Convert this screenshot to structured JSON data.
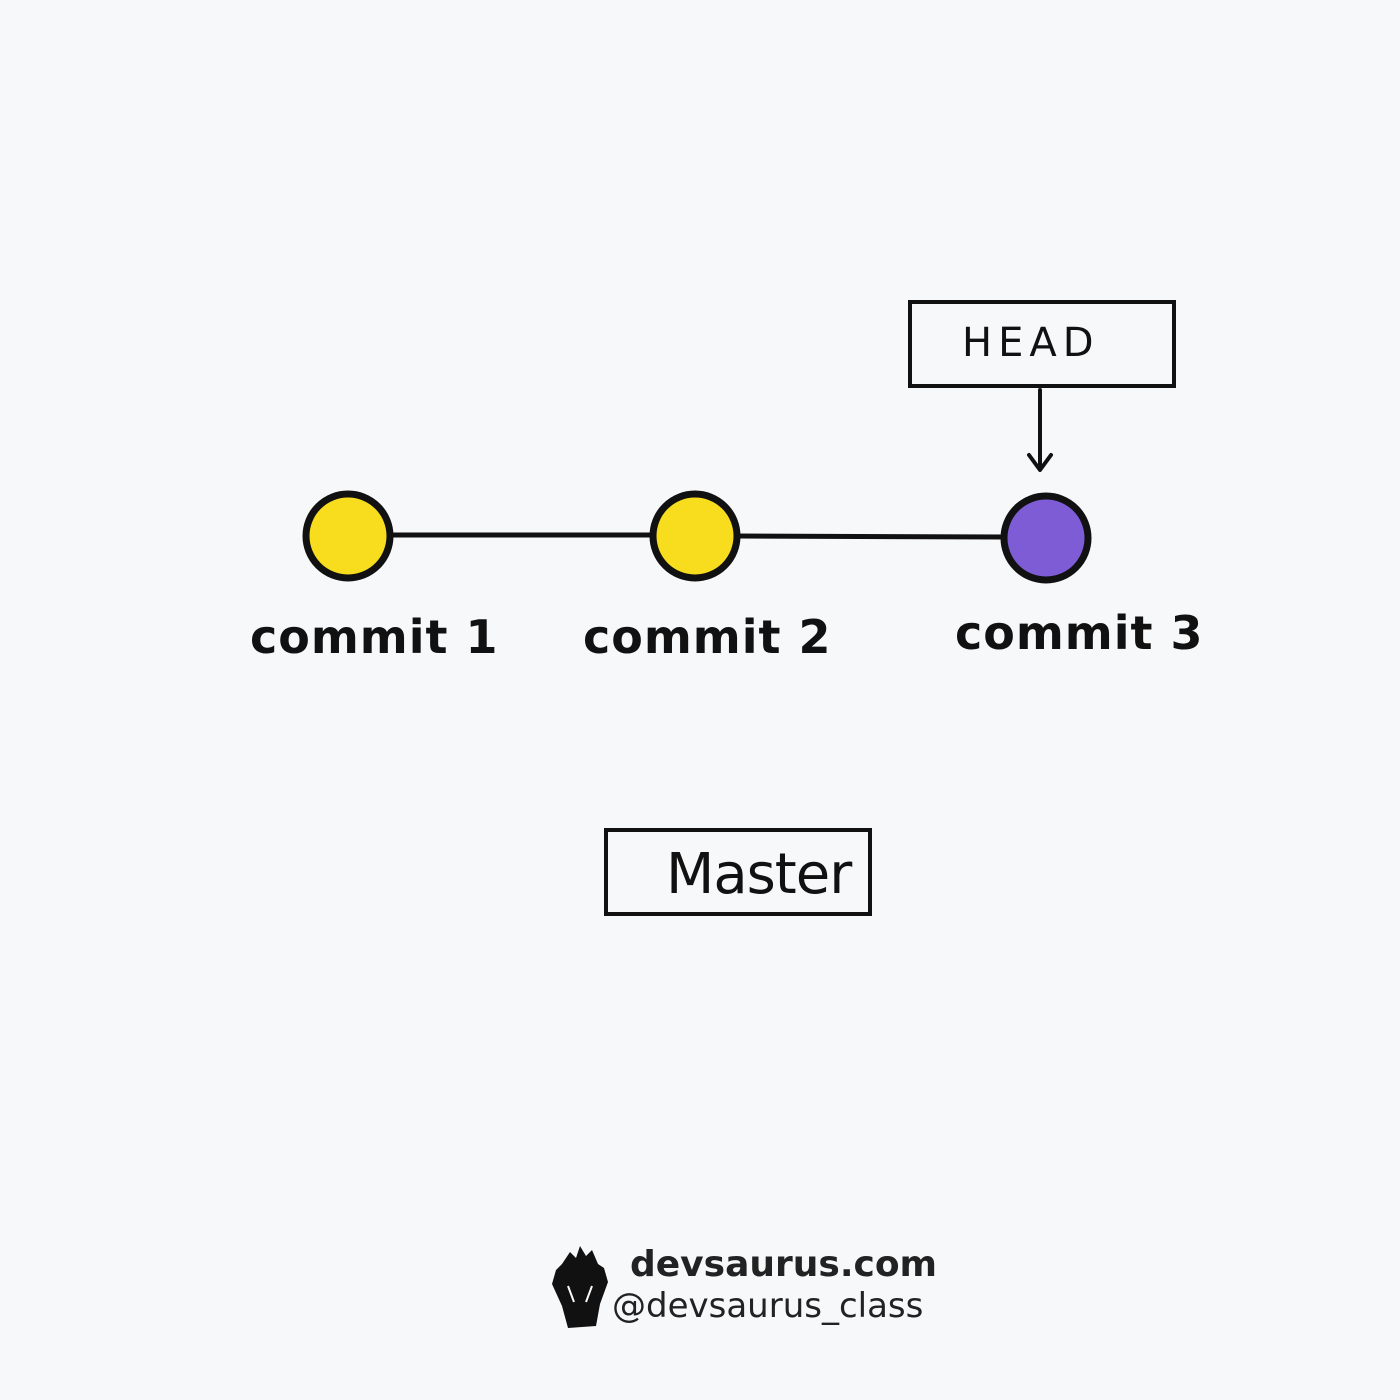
{
  "diagram": {
    "commits": [
      {
        "label": "commit 1",
        "color": "#f7dd1d"
      },
      {
        "label": "commit 2",
        "color": "#f7dd1d"
      },
      {
        "label": "commit 3",
        "color": "#7d5cd6"
      }
    ],
    "head_label": "HEAD",
    "branch_label": "Master"
  },
  "branding": {
    "site": "devsaurus.com",
    "handle": "@devsaurus_class",
    "logo_icon": "dinosaur-head-icon"
  }
}
